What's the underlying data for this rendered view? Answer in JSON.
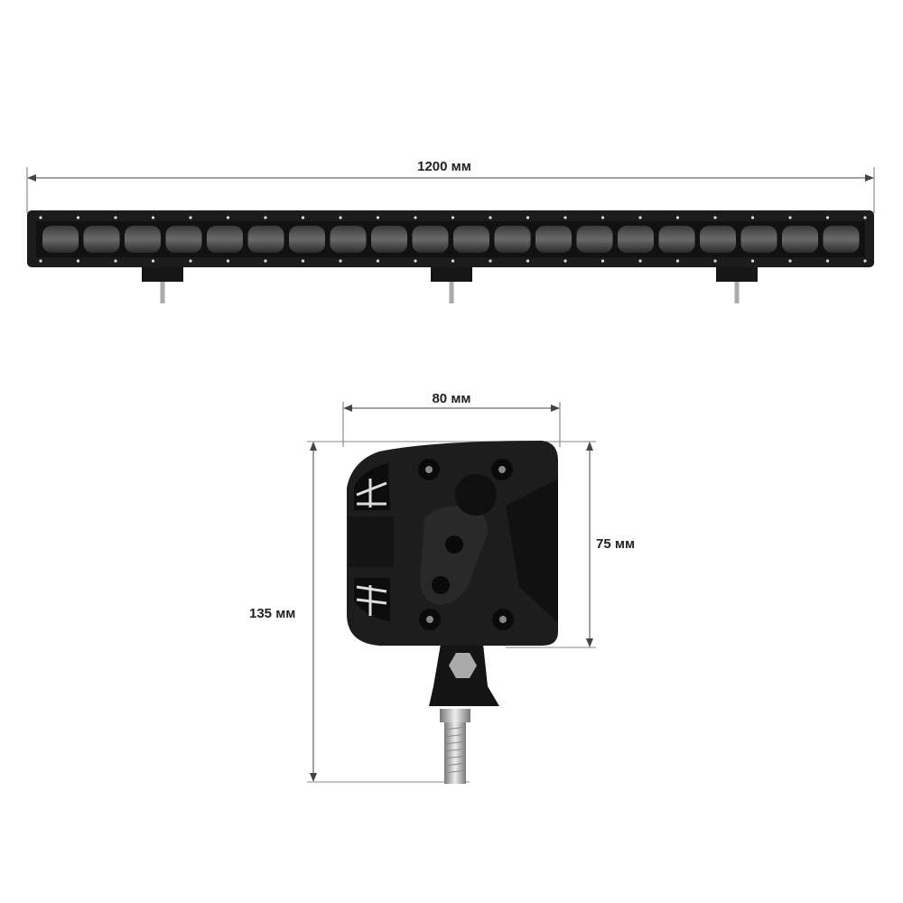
{
  "dimensions": {
    "length": "1200 мм",
    "width": "80 мм",
    "body_height": "75 мм",
    "total_height": "135 мм"
  },
  "colors": {
    "body": "#1a1a1a",
    "line": "#555555",
    "bolt": "#b8b8b8"
  }
}
